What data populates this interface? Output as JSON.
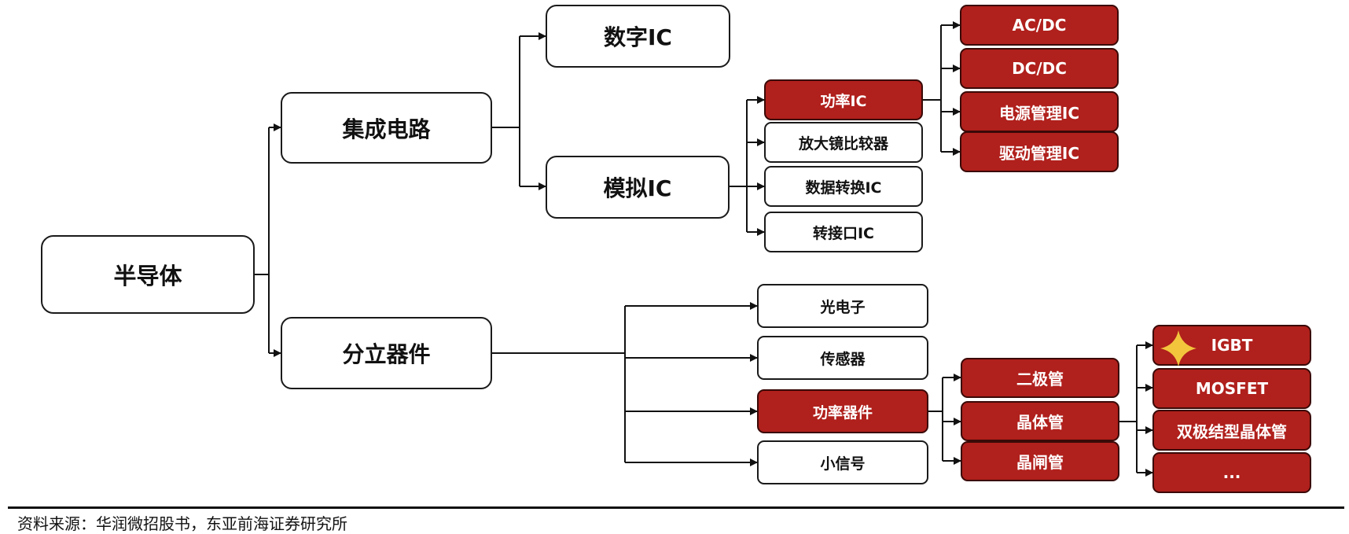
{
  "diagram": {
    "root": "半导体",
    "ic": "集成电路",
    "discrete": "分立器件",
    "digital_ic": "数字IC",
    "analog_ic": "模拟IC",
    "power_ic": "功率IC",
    "amp": "放大镜比较器",
    "data_conv": "数据转换IC",
    "interface_ic": "转接口IC",
    "acdc": "AC/DC",
    "dcdc": "DC/DC",
    "pmic": "电源管理IC",
    "driver_ic": "驱动管理IC",
    "opto": "光电子",
    "sensor": "传感器",
    "power_device": "功率器件",
    "small_signal": "小信号",
    "diode": "二极管",
    "transistor": "晶体管",
    "thyristor": "晶闸管",
    "igbt": "IGBT",
    "mosfet": "MOSFET",
    "bjt": "双极结型晶体管",
    "ellipsis": "..."
  },
  "colors": {
    "highlight": "#b0201c",
    "star": "#f2c53d",
    "line": "#111111"
  },
  "icons": {
    "highlight_marker": "star-icon"
  },
  "source": "资料来源：华润微招股书，东亚前海证券研究所"
}
